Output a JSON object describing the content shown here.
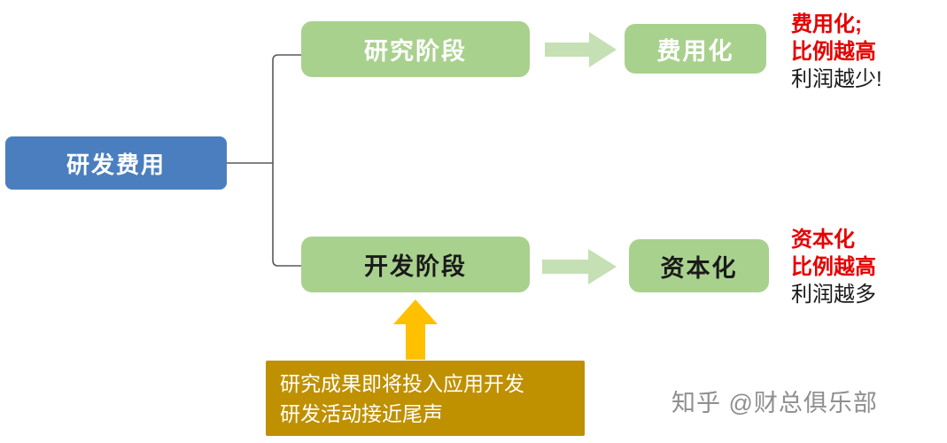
{
  "diagram": {
    "root": {
      "label": "研发费用"
    },
    "branches": [
      {
        "stage": {
          "label": "研究阶段"
        },
        "result": {
          "label": "费用化"
        },
        "note_lines": [
          {
            "text": "费用化;",
            "color": "red"
          },
          {
            "text": "比例越高",
            "color": "red"
          },
          {
            "text": "利润越少!",
            "color": "black"
          }
        ]
      },
      {
        "stage": {
          "label": "开发阶段"
        },
        "result": {
          "label": "资本化"
        },
        "note_lines": [
          {
            "text": "资本化",
            "color": "red"
          },
          {
            "text": "比例越高",
            "color": "red"
          },
          {
            "text": "利润越多",
            "color": "black"
          }
        ]
      }
    ],
    "callout": {
      "lines": [
        "研究成果即将投入应用开发",
        "研发活动接近尾声"
      ]
    },
    "watermark": "知乎 @财总俱乐部",
    "colors": {
      "root_fill": "#4a7ebf",
      "stage_fill": "#a9d18e",
      "arrow_fill": "#c5e0b4",
      "up_arrow_fill": "#ffc000",
      "callout_fill": "#bf9000",
      "note_red": "#e60000",
      "watermark_gray": "#8f8f8f"
    }
  }
}
